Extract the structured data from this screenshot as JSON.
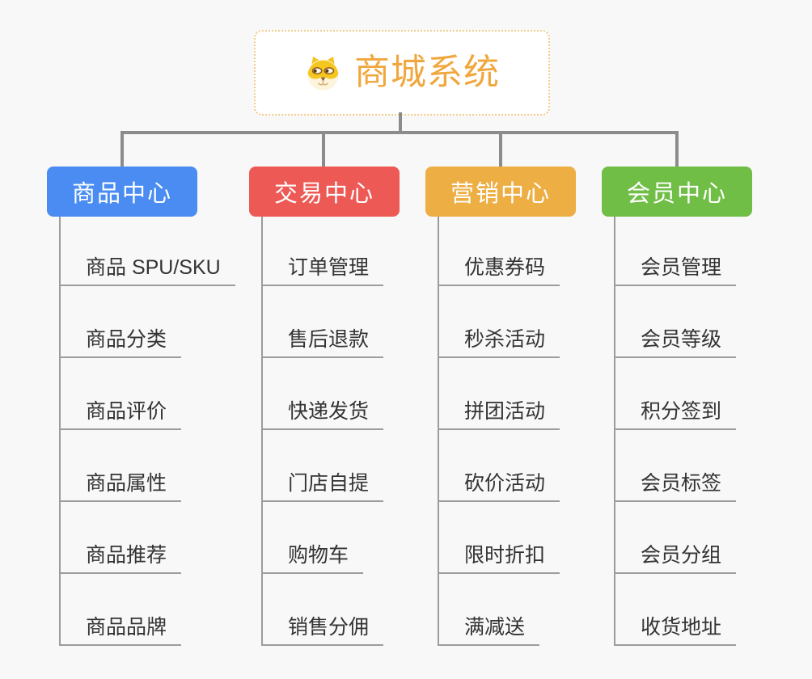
{
  "root": {
    "label": "商城系统",
    "icon": "shiba-dog-face-icon"
  },
  "branches": [
    {
      "label": "商品中心",
      "color": "#4A8CF2",
      "children": [
        "商品 SPU/SKU",
        "商品分类",
        "商品评价",
        "商品属性",
        "商品推荐",
        "商品品牌"
      ]
    },
    {
      "label": "交易中心",
      "color": "#ED5A55",
      "children": [
        "订单管理",
        "售后退款",
        "快递发货",
        "门店自提",
        "购物车",
        "销售分佣"
      ]
    },
    {
      "label": "营销中心",
      "color": "#EDAE44",
      "children": [
        "优惠券码",
        "秒杀活动",
        "拼团活动",
        "砍价活动",
        "限时折扣",
        "满减送"
      ]
    },
    {
      "label": "会员中心",
      "color": "#70BE46",
      "children": [
        "会员管理",
        "会员等级",
        "积分签到",
        "会员标签",
        "会员分组",
        "收货地址"
      ]
    }
  ],
  "colors": {
    "background": "#F8F8F8",
    "connector_line": "#8C8C8C",
    "leaf_underline": "#9C9C9C",
    "leaf_text": "#333333",
    "root_text": "#F0A73E",
    "root_border": "#F2CB88"
  }
}
